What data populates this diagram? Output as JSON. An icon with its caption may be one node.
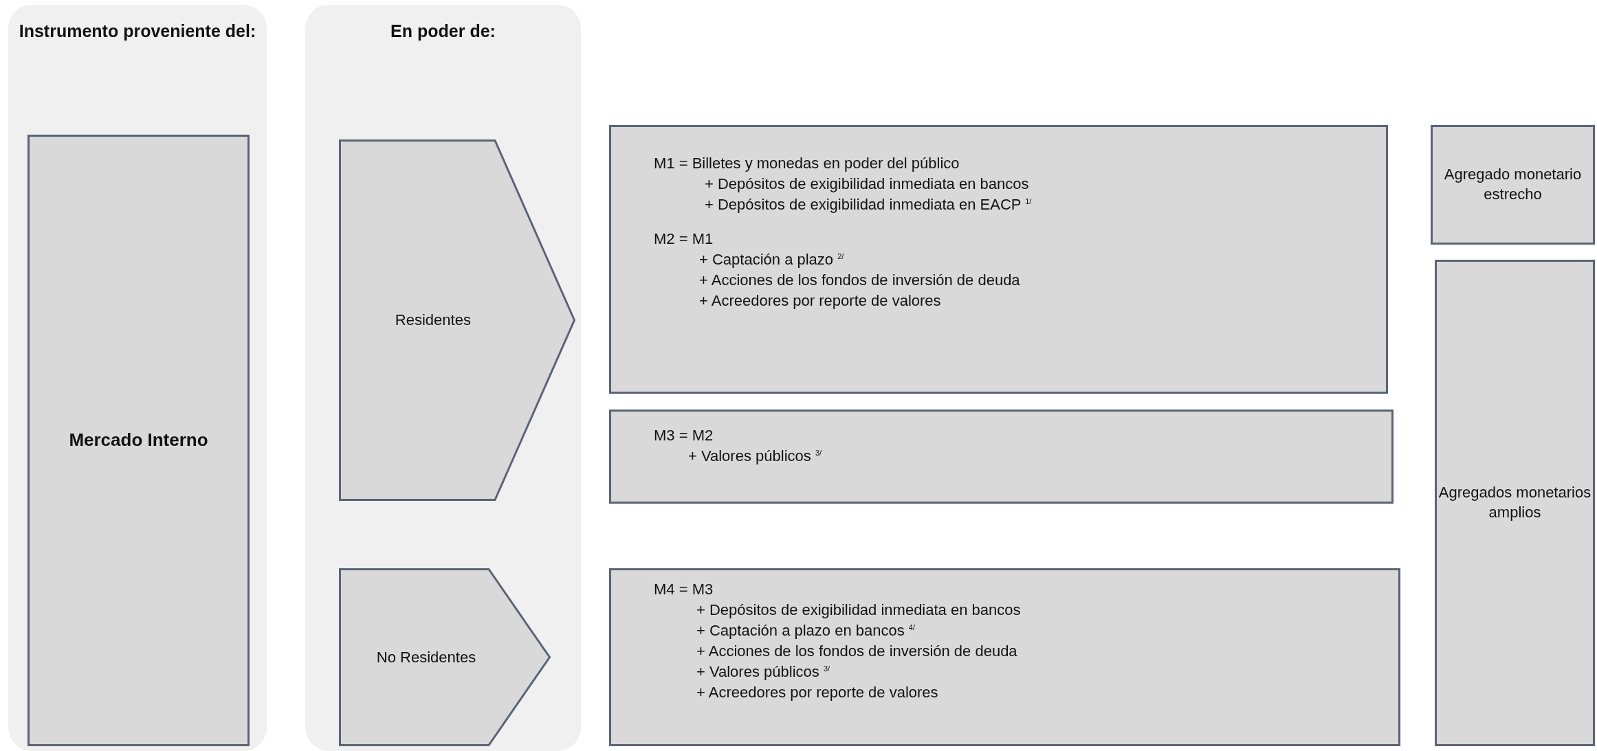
{
  "diagram": {
    "nodes": [
      {
        "text": [
          "Instrumento proveniente del:"
        ]
      },
      {
        "text": [
          "Mercado Interno"
        ],
        "in": 0
      },
      {
        "text": [
          "En poder de:"
        ]
      },
      {
        "text": [
          "Residentes"
        ],
        "in": 2
      },
      {
        "text": [
          "No Residentes"
        ],
        "in": 2
      },
      {
        "text": [
          "M1 = Billetes y monedas en poder del público",
          "+ Depósitos de exigibilidad inmediata en bancos",
          "+ Depósitos de exigibilidad inmediata en EACP $^{1/}$",
          "M2 = M1",
          "+ Captación a plazo $^{2/}$",
          "+ Acciones de los fondos de inversión de deuda",
          "+ Acreedores por reporte de valores"
        ]
      },
      {
        "text": [
          "M3 = M2",
          "+ Valores públicos $^{3/}$"
        ]
      },
      {
        "text": [
          "M4 = M3",
          "+ Depósitos de exigibilidad inmediata en bancos",
          "+ Captación a plazo en bancos $^{4/}$",
          "+ Acciones de los fondos de inversión de deuda",
          "+ Valores públicos $^{3/}$",
          "+ Acreedores por reporte de valores"
        ]
      },
      {
        "text": [
          "Agregado monetario estrecho"
        ]
      },
      {
        "text": [
          "Agregados monetarios amplios"
        ]
      }
    ]
  }
}
